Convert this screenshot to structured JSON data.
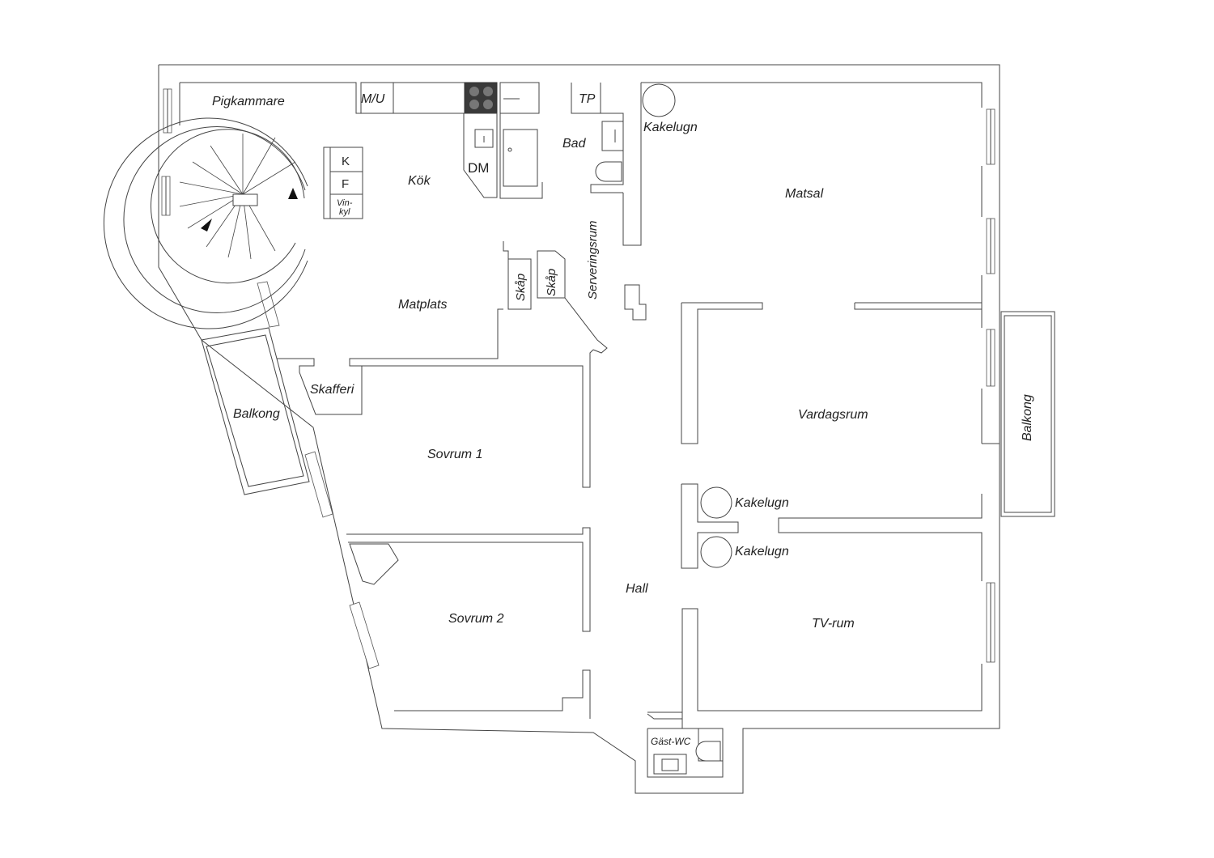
{
  "rooms": {
    "pigkammare": "Pigkammare",
    "mu": "M/U",
    "tp": "TP",
    "kok": "Kök",
    "dm": "DM",
    "bad": "Bad",
    "k": "K",
    "f": "F",
    "vinkyl_1": "Vin-",
    "vinkyl_2": "kyl",
    "kakelugn_matsal": "Kakelugn",
    "matsal": "Matsal",
    "serveringsrum": "Serveringsrum",
    "matplats": "Matplats",
    "skap_1": "Skåp",
    "skap_2": "Skåp",
    "skafferi": "Skafferi",
    "balkong_left": "Balkong",
    "vardagsrum": "Vardagsrum",
    "balkong_right": "Balkong",
    "sovrum1": "Sovrum 1",
    "kakelugn_upper": "Kakelugn",
    "kakelugn_lower": "Kakelugn",
    "sovrum2": "Sovrum 2",
    "hall": "Hall",
    "tvrum": "TV-rum",
    "gastwc": "Gäst-WC"
  },
  "colors": {
    "wall_stroke": "#333333",
    "stove": "#444444",
    "background": "#ffffff"
  }
}
